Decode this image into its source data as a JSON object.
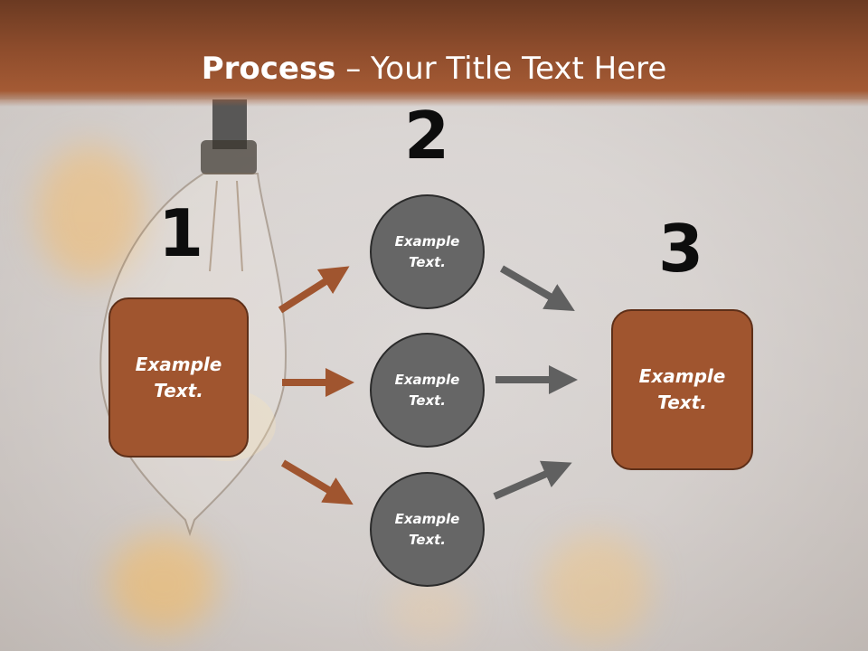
{
  "title": {
    "bold": "Process",
    "rest": " – Your Title Text Here"
  },
  "steps": [
    {
      "number": "1",
      "text": "Example\nText."
    },
    {
      "number": "2",
      "items": [
        "Example\nText.",
        "Example\nText.",
        "Example\nText."
      ]
    },
    {
      "number": "3",
      "text": "Example\nText."
    }
  ],
  "colors": {
    "header": "#8d4c2c",
    "box_fill": "#a0552f",
    "circle_fill": "#666666",
    "arrow_brown": "#a0552f",
    "arrow_gray": "#606060"
  }
}
